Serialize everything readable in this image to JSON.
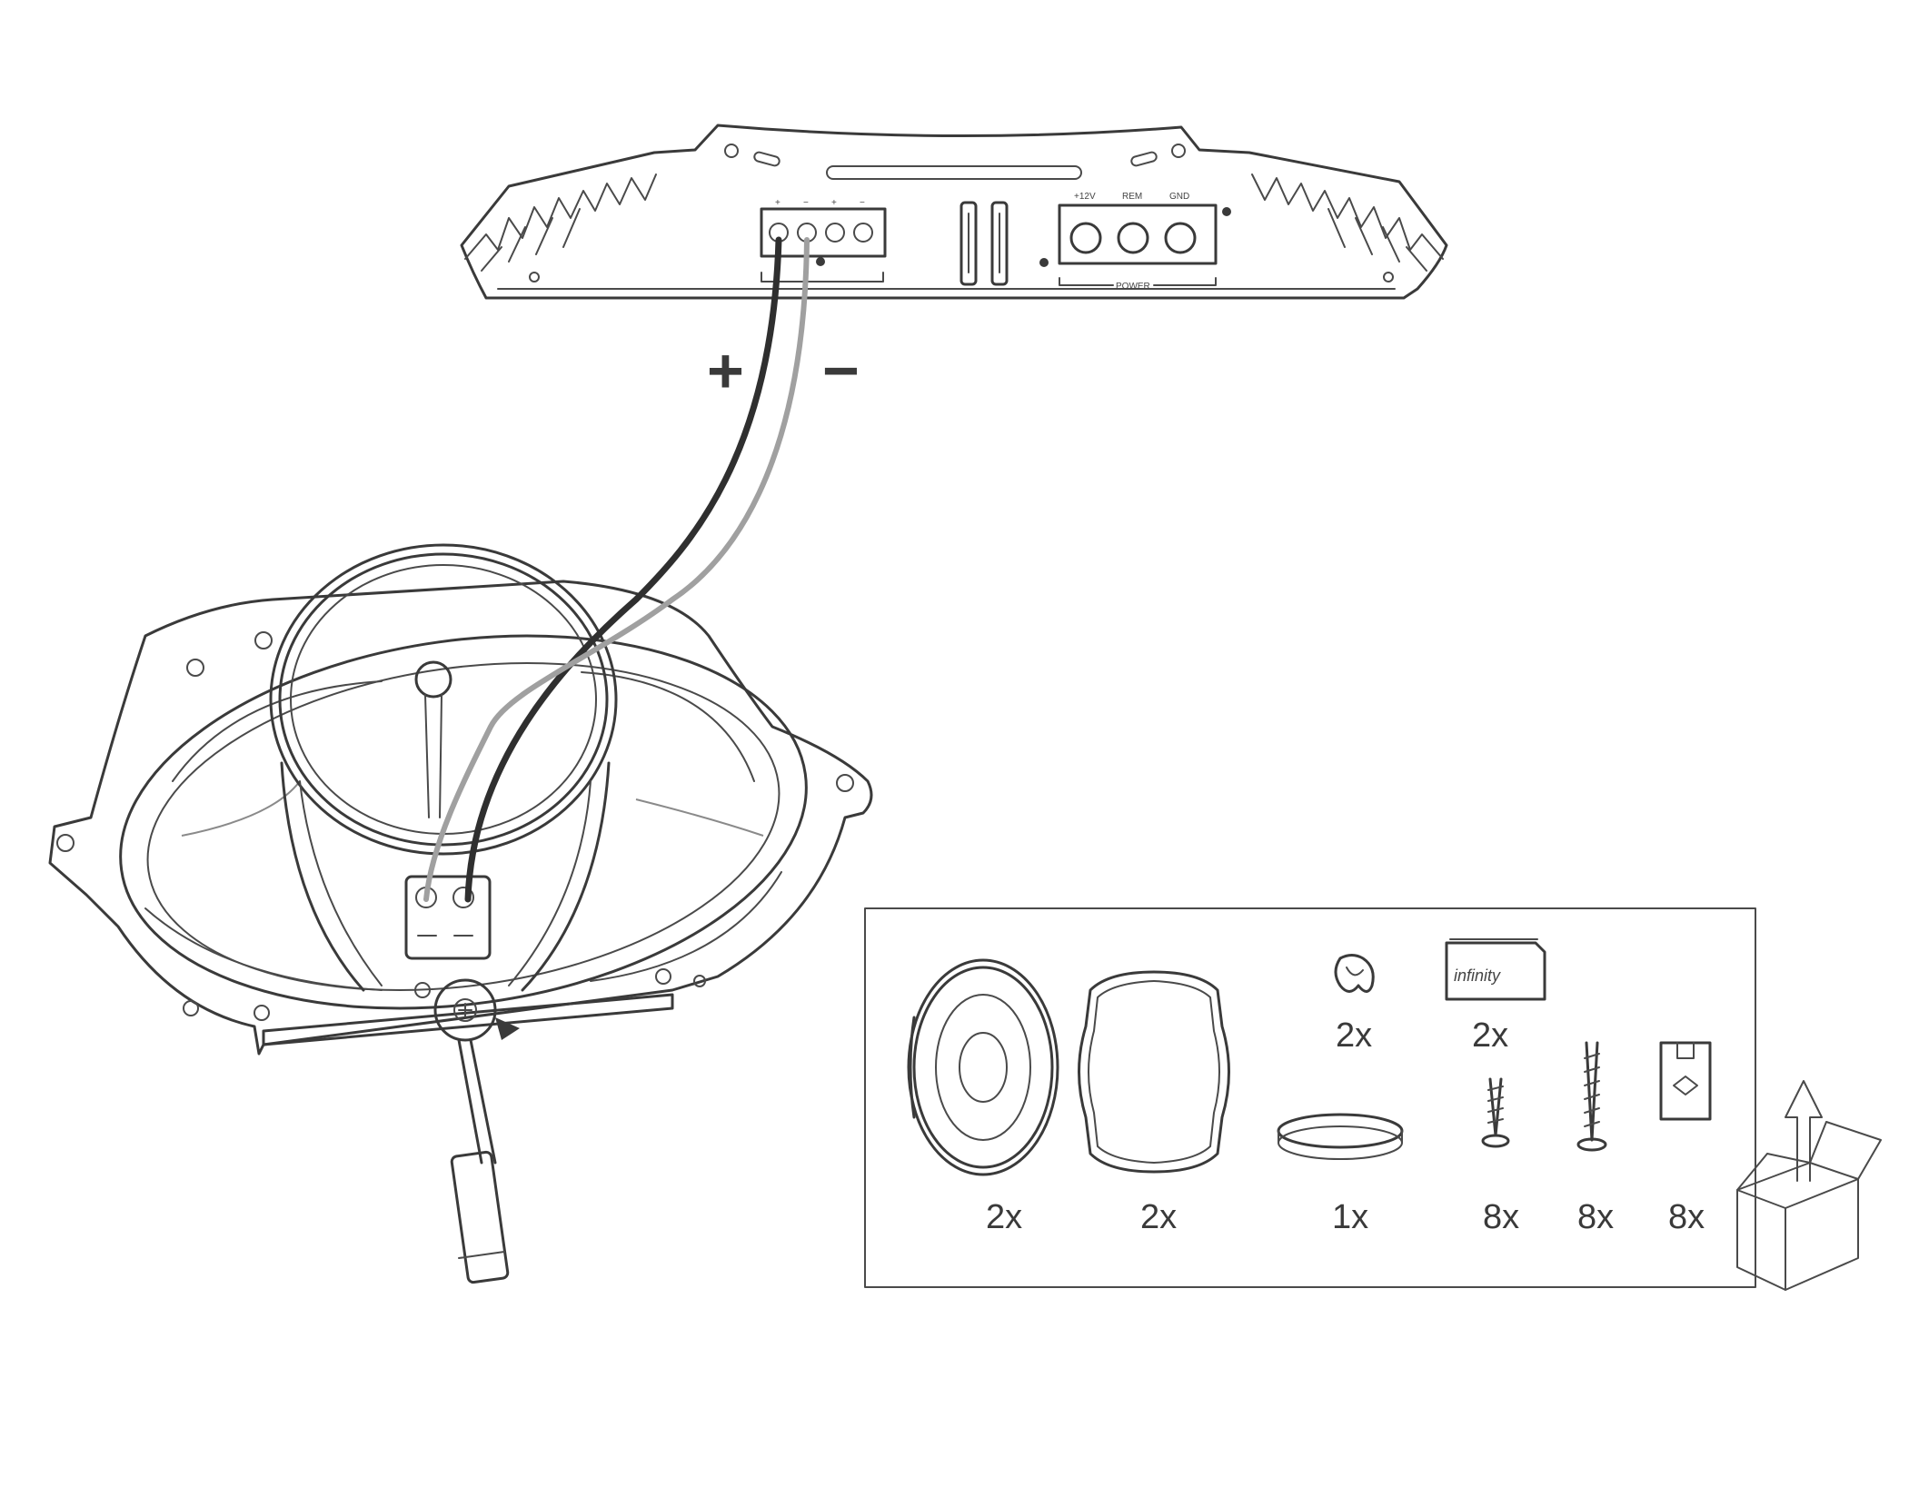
{
  "amplifier": {
    "terminal_labels": [
      "+",
      "−",
      "+",
      "−"
    ],
    "power_labels": [
      "+12V",
      "REM",
      "GND"
    ],
    "power_caption": "POWER"
  },
  "wires": {
    "plus_label": "+",
    "minus_label": "−"
  },
  "kit": {
    "items": [
      {
        "name": "speaker",
        "qty": "2x"
      },
      {
        "name": "grille-frame",
        "qty": "2x"
      },
      {
        "name": "clip",
        "qty": "2x"
      },
      {
        "name": "badge",
        "qty": "2x"
      },
      {
        "name": "ring-adapter",
        "qty": "1x"
      },
      {
        "name": "short-screw",
        "qty": "8x"
      },
      {
        "name": "long-screw",
        "qty": "8x"
      },
      {
        "name": "speed-nut",
        "qty": "8x"
      }
    ],
    "badge_text": "infinity"
  }
}
